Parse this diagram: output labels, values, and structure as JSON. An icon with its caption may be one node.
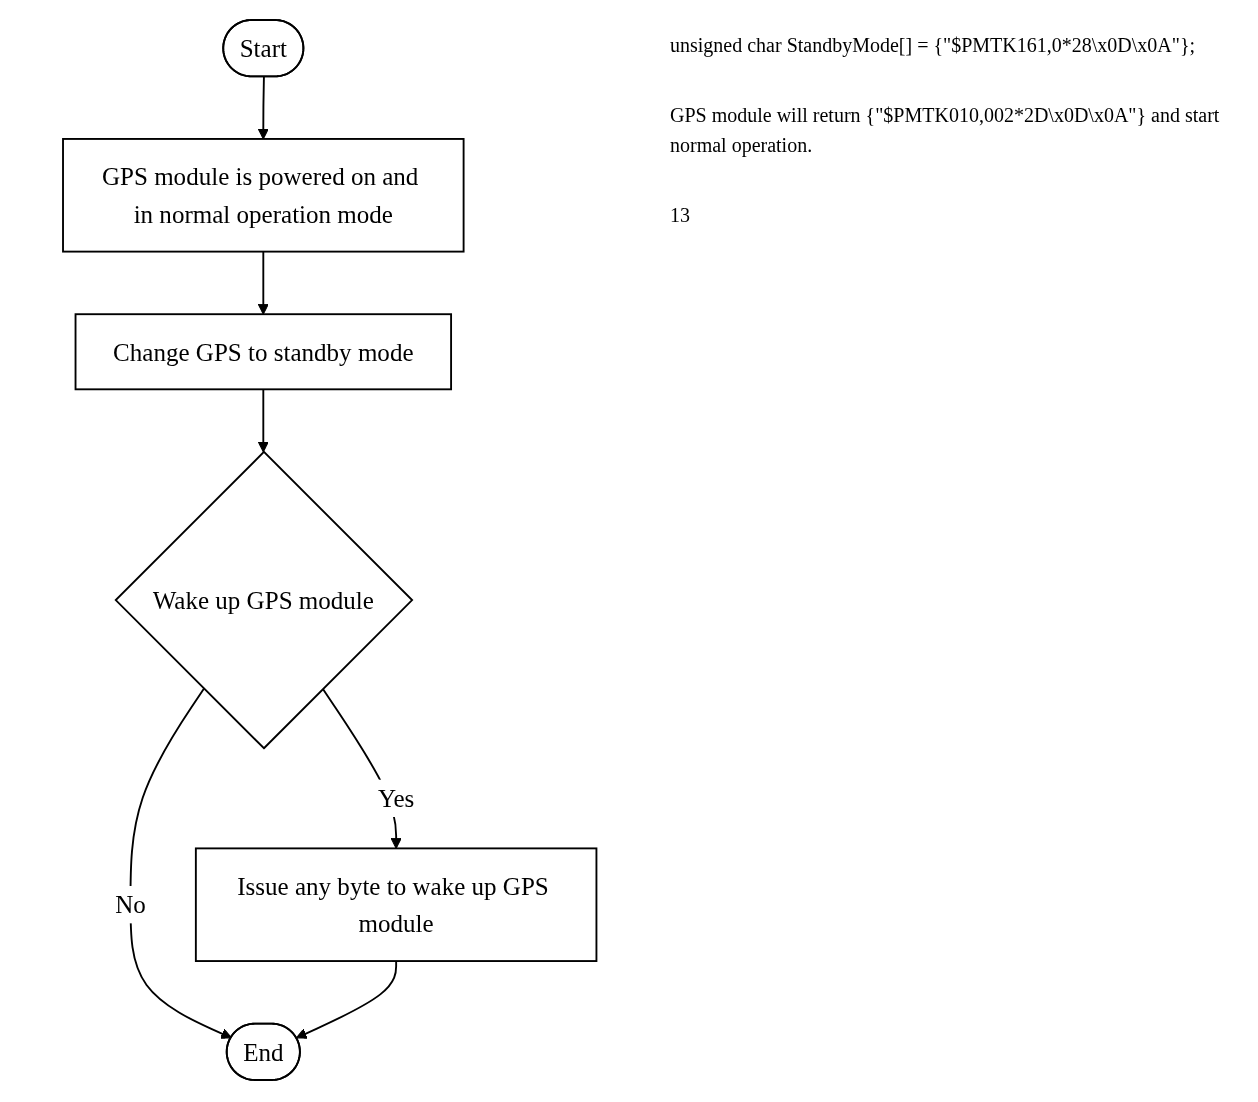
{
  "diagram": {
    "nodes": [
      {
        "text": [
          "Start"
        ]
      },
      {
        "text": [
          "GPS module is powered on and in normal operation mode"
        ]
      },
      {
        "text": [
          "Change GPS to standby mode"
        ]
      },
      {
        "text": [
          "Wake up GPS module"
        ]
      },
      {
        "text": [
          "Issue any byte to wake up GPS module"
        ]
      },
      {
        "text": [
          "End"
        ]
      }
    ],
    "edges": [
      {
        "from": 0,
        "to": 1,
        "arrow": "to"
      },
      {
        "from": 1,
        "to": 2,
        "arrow": "to"
      },
      {
        "from": 2,
        "to": 3,
        "arrow": "to"
      },
      {
        "from": 3,
        "to": 4,
        "arrow": "to",
        "label": "Yes"
      },
      {
        "from": 3,
        "to": 5,
        "arrow": "to",
        "label": "No"
      },
      {
        "from": 4,
        "to": 5,
        "arrow": "to"
      }
    ],
    "labels": [
      "unsigned char StandbyMode[] = {\"$PMTK161,0*28\\x0D\\x0A\"};",
      "GPS module will return {\"$PMTK010,002*2D\\x0D\\x0A\"} and start normal operation.",
      "13"
    ]
  }
}
